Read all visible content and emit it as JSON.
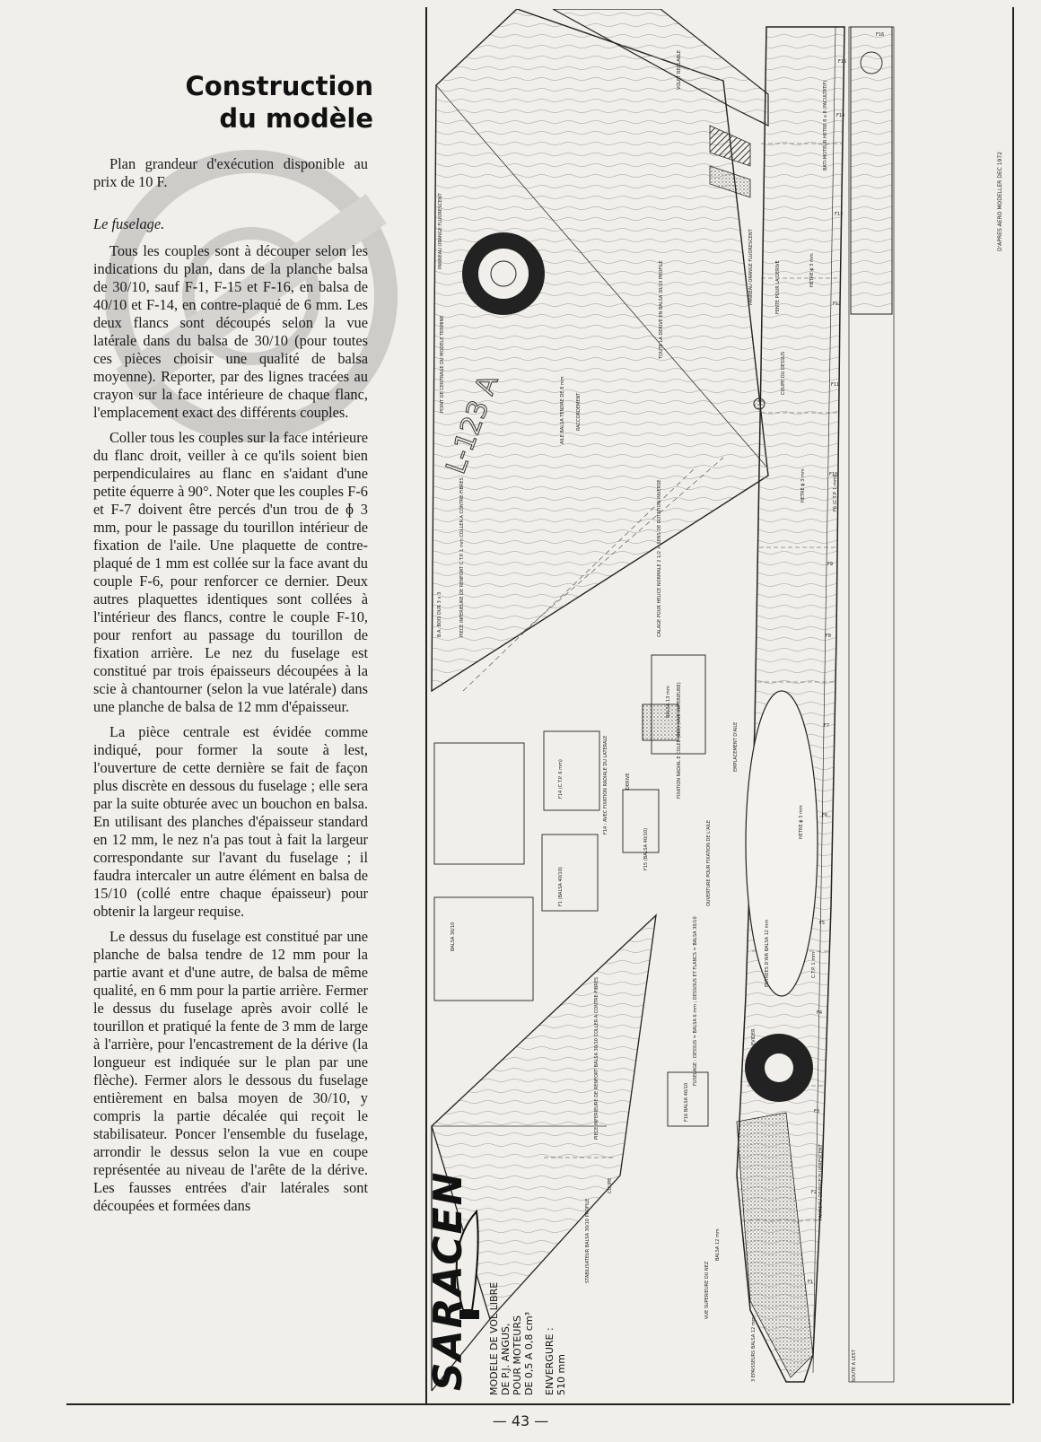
{
  "title": {
    "line1": "Construction",
    "line2": "du modèle"
  },
  "intro": "Plan grandeur d'exécution disponible au prix de 10 F.",
  "section_heading": "Le fuselage.",
  "paragraphs": [
    "Tous les couples sont à découper selon les indications du plan, dans de la planche balsa de 30/10, sauf F-1, F-15 et F-16, en balsa de 40/10 et F-14, en contre-plaqué de 6 mm. Les deux flancs sont découpés selon la vue latérale dans du balsa de 30/10 (pour toutes ces pièces choisir une qualité de balsa moyenne). Reporter, par des lignes tracées au crayon sur la face intérieure de chaque flanc, l'emplacement exact des différents couples.",
    "Coller tous les couples sur la face intérieure du flanc droit, veiller à ce qu'ils soient bien perpendiculaires au flanc en s'aidant d'une petite équerre à 90°. Noter que les couples F-6 et F-7 doivent être percés d'un trou de ɸ 3 mm, pour le passage du tourillon intérieur de fixation de l'aile. Une plaquette de contre-plaqué de 1 mm est collée sur la face avant du couple F-6, pour renforcer ce dernier. Deux autres plaquettes identiques sont collées à l'intérieur des flancs, contre le couple F-10, pour renfort au passage du tourillon de fixation arrière. Le nez du fuselage est constitué par trois épaisseurs découpées à la scie à chantourner (selon la vue latérale) dans une planche de balsa de 12 mm d'épaisseur.",
    "La pièce centrale est évidée comme indiqué, pour former la soute à lest, l'ouverture de cette dernière se fait de façon plus discrète en dessous du fuselage ; elle sera par la suite obturée avec un bouchon en balsa. En utilisant des planches d'épaisseur standard en 12 mm, le nez n'a pas tout à fait la largeur correspondante sur l'avant du fuselage ; il faudra intercaler un autre élément en balsa de 15/10 (collé entre chaque épaisseur) pour obtenir la largeur requise.",
    "Le dessus du fuselage est constitué par une planche de balsa tendre de 12 mm pour la partie avant et d'une autre, de balsa de même qualité, en 6 mm pour la partie arrière. Fermer le dessus du fuselage après avoir collé le tourillon et pratiqué la fente de 3 mm de large à l'arrière, pour l'encastrement de la dérive (la longueur est indiquée sur le plan par une flèche). Fermer alors le dessous du fuselage entièrement en balsa moyen de 30/10, y compris la partie décalée qui reçoit le stabilisateur. Poncer l'ensemble du fuselage, arrondir le dessus selon la vue en coupe représentée au niveau de l'arête de la dérive. Les fausses entrées d'air latérales sont découpées et formées dans"
  ],
  "plan": {
    "model_name": "SARACEN",
    "legend_lines": [
      "MODELE DE VOL LIBRE",
      "DE P.J. ANGUS,",
      "POUR MOTEURS",
      "DE 0,5 A 0,8 cm³"
    ],
    "span_label": "ENVERGURE :",
    "span_value": "510 mm",
    "credit": "D'APRES AERO MODELLER DEC 1972",
    "labels": {
      "volet": "VOLET REGLABLE",
      "panneau1": "PANNEAU ORANGE FLUORESCENT",
      "panneau2": "PANNEAU ORANGE FLUORESCENT",
      "panneau3": "PANNEAU ORANGE FLUORESCENT",
      "fente": "FENTE POUR LA DERIVE",
      "derive_balsa": "TOUTE LA DERIVE EN BALSA 30/10 PROFILE",
      "centrage": "POINT DE CENTRAGE DU MODELE TERMINE",
      "aile_balsa": "AILE BALSA TENDRE DE 8 mm",
      "raccordement": "RACCORDEMENT",
      "piece_inf": "PIECE INFERIEURE DE RENFORT C.T.P. 1 mm COLLER A CONTRE-FIBRES",
      "ba": "B.A. BOIS DUR 3 x 3",
      "calage": "CALAGE POUR HELICE NORMALE 2 1/2 + SENS DE ROTATION INVERSE",
      "emplacement": "EMPLACEMENT D'AILE",
      "ouverture": "OUVERTURE POUR FIXATION DE L'AILE",
      "entrees": "ENTREES D'AIR BALSA 12 mm",
      "fuselage_note": "FUSELAGE : DESSUS = BALSA 6 mm ; DESSOUS ET FLANCS = BALSA 30/10",
      "stabilisateur": "STABILISATEUR BALSA 30/10 PROFILE",
      "coupe": "COUPE",
      "balsa12": "BALSA 12 mm",
      "vue_sup": "VUE SUPERIEURE DU NEZ",
      "epaisseurs": "3 EPAISSEURS BALSA 12 mm",
      "soute": "SOUTE A LEST",
      "evider": "EVIDER",
      "derive": "DERIVE",
      "hetre1": "HETRE ɸ 3 mm",
      "hetre2": "HETRE ɸ 3 mm",
      "hetre3": "HETRE ɸ 3 mm",
      "ctp": "C.T.P. 1 mm",
      "coupe_dessus": "COUPE DU DESSUS",
      "f14_ctp": "F14 (C.T.P. 6 mm)",
      "f15_balsa": "F15 (BALSA 40/10)",
      "f1_balsa": "F1 (BALSA 40/10)",
      "f16_balsa": "F16 BALSA 40/10",
      "balsa_30": "BALSA 30/10",
      "balsa_13": "BALSA 13 mm",
      "f14_radial": "F14 : AVEC FIXATION RADIALE DU LATERALE",
      "fixation_radiale": "FIXATION RADIAL E COLEE (BEE) (VUE SUPERIEURE)",
      "piece_inf2": "PIECE INFERIEURE DE RENFORT BALSA 30/10 COLLER A CONTRE-FIBRES",
      "bati": "BATI-MOTEUR HETRE 8 x 8 (FACULTATIF)",
      "ctp_f7": "F6 (C.T.P. 1 mm)",
      "f_numbers": [
        "F1",
        "F2",
        "F3",
        "F4",
        "F5",
        "F6",
        "F7",
        "F8",
        "F9",
        "F10",
        "F11",
        "F12",
        "F13",
        "F14",
        "F15",
        "F16"
      ]
    },
    "roundel_marking": "L-123 A"
  },
  "page_number": "— 43 —"
}
